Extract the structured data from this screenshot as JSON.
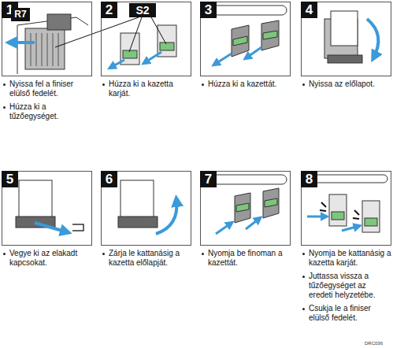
{
  "diagram": {
    "nodes": [
      {
        "text": [
          "1",
          "Nyissa fel a finiser elülső fedelét.",
          "Húzza ki a tűzőegységet."
        ]
      },
      {
        "text": [
          "2",
          "Húzza ki a kazetta karját."
        ]
      },
      {
        "text": [
          "3",
          "Húzza ki a kazettát."
        ]
      },
      {
        "text": [
          "4",
          "Nyissa az előlapot."
        ]
      },
      {
        "text": [
          "5",
          "Vegye ki az elakadt kapcsokat."
        ]
      },
      {
        "text": [
          "6",
          "Zárja le kattanásig a kazetta előlapját."
        ]
      },
      {
        "text": [
          "7",
          "Nyomja be finoman a kazettát."
        ]
      },
      {
        "text": [
          "8",
          "Nyomja be kattanásig a kazetta karját.",
          "Juttassa vissza a tűzőegységet az eredeti helyzetébe.",
          "Csukja le a finiser elülső fedelét."
        ]
      }
    ],
    "labels": [
      "R7",
      "S2",
      "DRC036"
    ]
  }
}
